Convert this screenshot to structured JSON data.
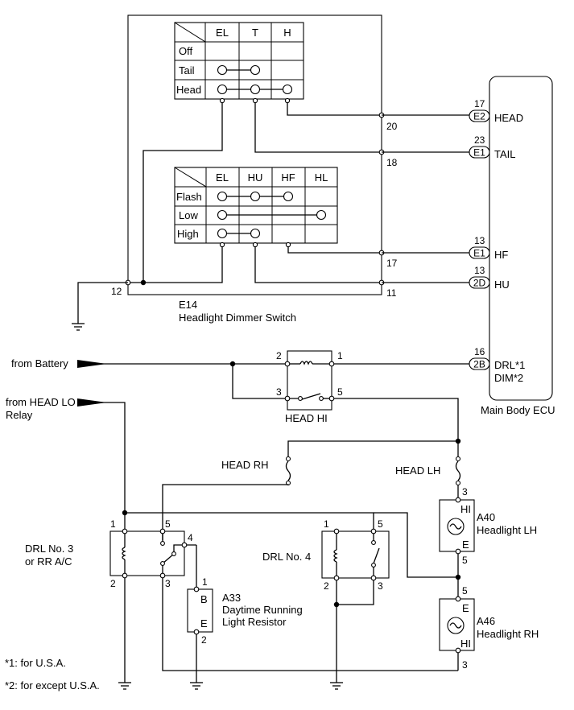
{
  "dimmer_switch": {
    "code": "E14",
    "name": "Headlight Dimmer Switch",
    "light_table": {
      "columns": [
        "EL",
        "T",
        "H"
      ],
      "rows": [
        "Off",
        "Tail",
        "Head"
      ]
    },
    "beam_table": {
      "columns": [
        "EL",
        "HU",
        "HF",
        "HL"
      ],
      "rows": [
        "Flash",
        "Low",
        "High"
      ]
    },
    "pins": {
      "p20": "20",
      "p18": "18",
      "p17": "17",
      "p11": "11",
      "p12": "12"
    }
  },
  "ecu": {
    "name": "Main Body ECU",
    "terminals": [
      {
        "pin": "17",
        "connector": "E2",
        "signal": "HEAD"
      },
      {
        "pin": "23",
        "connector": "E1",
        "signal": "TAIL"
      },
      {
        "pin": "13",
        "connector": "E1",
        "signal": "HF"
      },
      {
        "pin": "13",
        "connector": "2D",
        "signal": "HU"
      },
      {
        "pin": "16",
        "connector": "2B",
        "signal": "DRL*1",
        "signal2": "DIM*2"
      }
    ]
  },
  "inputs": {
    "battery": "from Battery",
    "head_lo_1": "from HEAD LO",
    "head_lo_2": "Relay"
  },
  "head_hi_relay": {
    "name": "HEAD HI",
    "pins": [
      "2",
      "1",
      "3",
      "5"
    ]
  },
  "fuses": {
    "head_rh": "HEAD RH",
    "head_lh": "HEAD LH"
  },
  "drl3": {
    "name1": "DRL No. 3",
    "name2": "or RR A/C",
    "pins": [
      "1",
      "5",
      "4",
      "2",
      "3"
    ]
  },
  "drl4": {
    "name": "DRL No. 4",
    "pins": [
      "1",
      "5",
      "2",
      "3"
    ]
  },
  "resistor": {
    "code": "A33",
    "name1": "Daytime Running",
    "name2": "Light Resistor",
    "pin_top": "1",
    "pin_bottom": "2",
    "label_b": "B",
    "label_e": "E"
  },
  "headlight_lh": {
    "code": "A40",
    "name": "Headlight LH",
    "pin_top": "3",
    "pin_bottom": "5",
    "label_top": "HI",
    "label_bottom": "E"
  },
  "headlight_rh": {
    "code": "A46",
    "name": "Headlight RH",
    "pin_top": "5",
    "pin_bottom": "3",
    "label_top": "E",
    "label_bottom": "HI"
  },
  "notes": [
    "*1: for U.S.A.",
    "*2: for except U.S.A."
  ]
}
